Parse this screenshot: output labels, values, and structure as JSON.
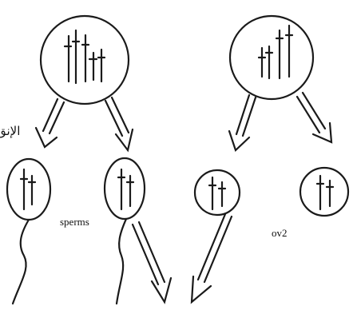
{
  "labels": {
    "meiosis_partial": "الإنق",
    "sperms": "sperms",
    "ov2": "ov2"
  },
  "colors": {
    "ink": "#1a1a1a",
    "background": "#ffffff"
  }
}
